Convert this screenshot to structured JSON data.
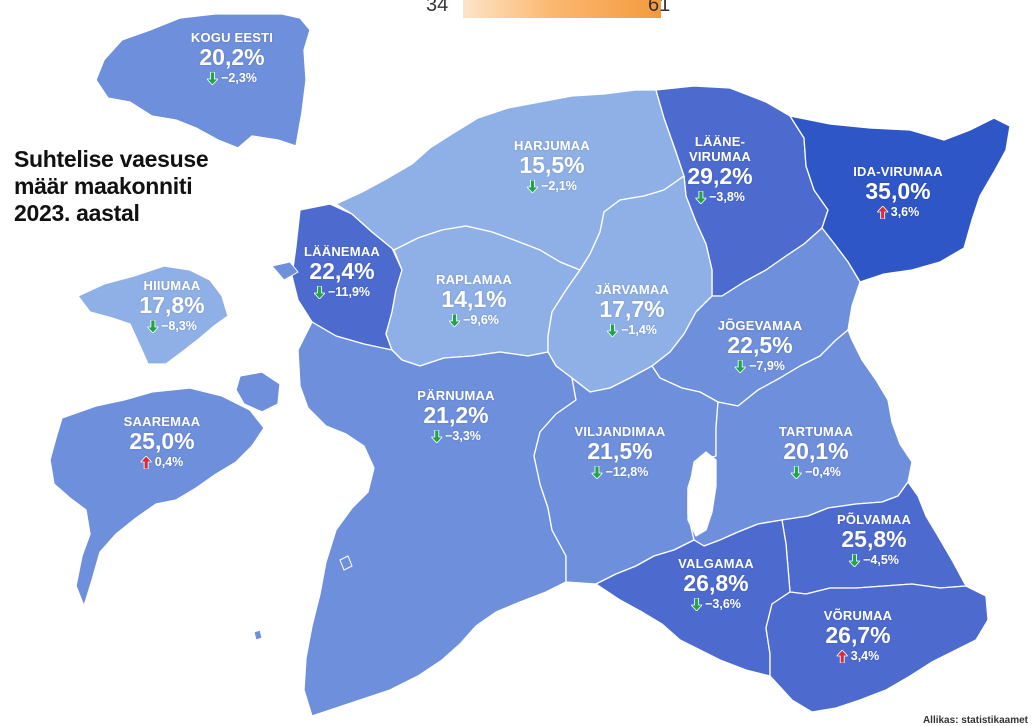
{
  "legend": {
    "min": "34",
    "max": "61"
  },
  "title": {
    "line1": "Suhtelise vaesuse",
    "line2": "määr maakonniti",
    "line3": "2023. aastal"
  },
  "source": "Allikas: statistikaamet",
  "colors": {
    "down": "#22a34a",
    "up": "#d32f3a",
    "c_light": "#8fb0e6",
    "c_mid": "#6e8fdb",
    "c_dark": "#4d6bcf",
    "c_darkest": "#2f56c6"
  },
  "regions": [
    {
      "key": "kogu",
      "name": "KOGU EESTI",
      "value": "20,2%",
      "change": "−2,3%",
      "trend": "down"
    },
    {
      "key": "harju",
      "name": "HARJUMAA",
      "value": "15,5%",
      "change": "−2,1%",
      "trend": "down"
    },
    {
      "key": "laaneviru",
      "name": "LÄÄNE-\nVIRUMAA",
      "value": "29,2%",
      "change": "−3,8%",
      "trend": "down"
    },
    {
      "key": "idaviru",
      "name": "IDA-VIRUMAA",
      "value": "35,0%",
      "change": "3,6%",
      "trend": "up"
    },
    {
      "key": "laane",
      "name": "LÄÄNEMAA",
      "value": "22,4%",
      "change": "−11,9%",
      "trend": "down"
    },
    {
      "key": "hiiu",
      "name": "HIIUMAA",
      "value": "17,8%",
      "change": "−8,3%",
      "trend": "down"
    },
    {
      "key": "rapla",
      "name": "RAPLAMAA",
      "value": "14,1%",
      "change": "−9,6%",
      "trend": "down"
    },
    {
      "key": "jarva",
      "name": "JÄRVAMAA",
      "value": "17,7%",
      "change": "−1,4%",
      "trend": "down"
    },
    {
      "key": "jogeva",
      "name": "JÕGEVAMAA",
      "value": "22,5%",
      "change": "−7,9%",
      "trend": "down"
    },
    {
      "key": "parnu",
      "name": "PÄRNUMAA",
      "value": "21,2%",
      "change": "−3,3%",
      "trend": "down"
    },
    {
      "key": "saare",
      "name": "SAAREMAA",
      "value": "25,0%",
      "change": "0,4%",
      "trend": "up"
    },
    {
      "key": "viljandi",
      "name": "VILJANDIMAA",
      "value": "21,5%",
      "change": "−12,8%",
      "trend": "down"
    },
    {
      "key": "tartu",
      "name": "TARTUMAA",
      "value": "20,1%",
      "change": "−0,4%",
      "trend": "down"
    },
    {
      "key": "polva",
      "name": "PÕLVAMAA",
      "value": "25,8%",
      "change": "−4,5%",
      "trend": "down"
    },
    {
      "key": "valga",
      "name": "VALGAMAA",
      "value": "26,8%",
      "change": "−3,6%",
      "trend": "down"
    },
    {
      "key": "voru",
      "name": "VÕRUMAA",
      "value": "26,7%",
      "change": "3,4%",
      "trend": "up"
    }
  ]
}
